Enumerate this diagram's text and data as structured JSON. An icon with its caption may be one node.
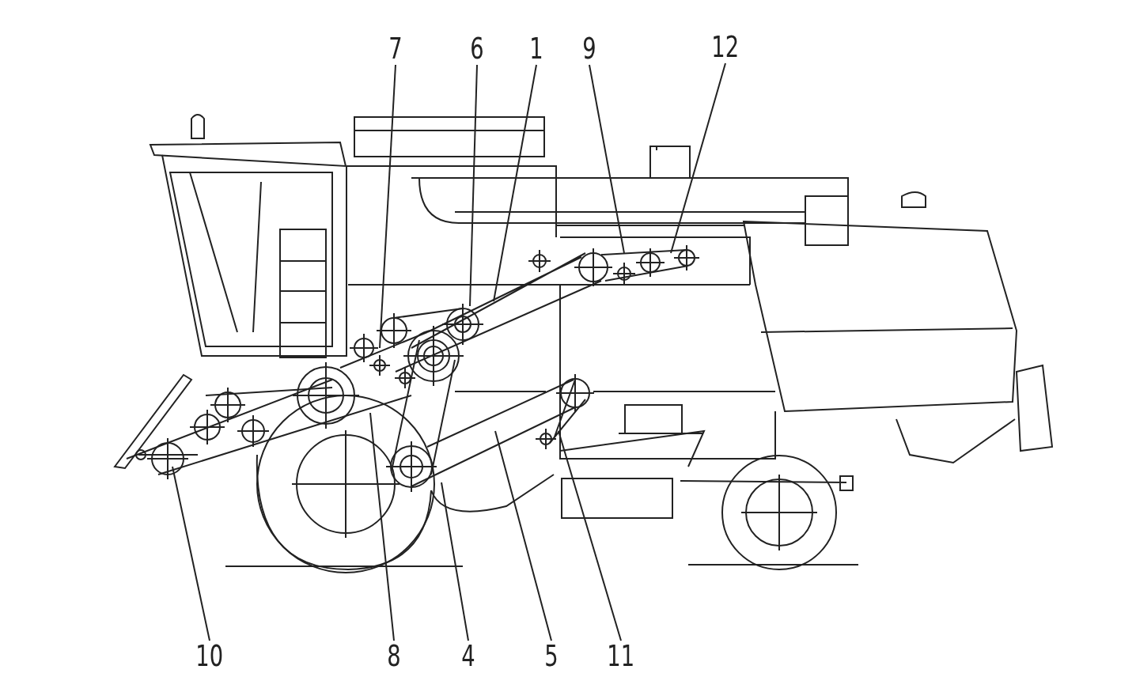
{
  "diagram": {
    "nodes": [
      {
        "text": [
          "7"
        ]
      },
      {
        "text": [
          "6"
        ]
      },
      {
        "text": [
          "1"
        ]
      },
      {
        "text": [
          "9"
        ]
      },
      {
        "text": [
          "12"
        ]
      },
      {
        "text": [
          "10"
        ]
      },
      {
        "text": [
          "8"
        ]
      },
      {
        "text": [
          "4"
        ]
      },
      {
        "text": [
          "5"
        ]
      },
      {
        "text": [
          "11"
        ]
      }
    ],
    "edges": [
      {
        "from": 0,
        "to": null,
        "arrow": "none"
      },
      {
        "from": 1,
        "to": null,
        "arrow": "none"
      },
      {
        "from": 2,
        "to": null,
        "arrow": "none"
      },
      {
        "from": 3,
        "to": null,
        "arrow": "none"
      },
      {
        "from": 4,
        "to": null,
        "arrow": "none"
      },
      {
        "from": 5,
        "to": null,
        "arrow": "none"
      },
      {
        "from": 6,
        "to": null,
        "arrow": "none"
      },
      {
        "from": 7,
        "to": null,
        "arrow": "none"
      },
      {
        "from": 8,
        "to": null,
        "arrow": "none"
      },
      {
        "from": 9,
        "to": null,
        "arrow": "none"
      }
    ]
  }
}
